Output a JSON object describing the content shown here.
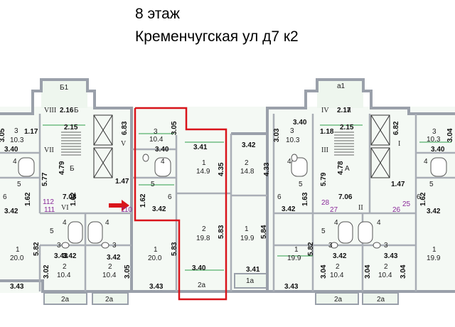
{
  "header": {
    "floor": "8 этаж",
    "address": "Кременчугская ул д7 к2"
  },
  "colors": {
    "wall": "#9aa0aa",
    "fill": "#e9f3ea",
    "dim_line": "#2e9e4a",
    "highlight": "#d9141b",
    "arrow": "#d9141b",
    "label_purple": "#8a2b9a"
  },
  "icons": [
    "elevator-shaft-icon",
    "staircase-icon",
    "bathtub-icon",
    "toilet-icon",
    "sink-icon",
    "entrance-arrow-icon"
  ],
  "labels": {
    "left_loggia_b1": "Б1",
    "right_loggia_a1": "а1",
    "bottom_2a_left": "2а",
    "bottom_2a_mid": "2а",
    "bottom_2a_right": "2а",
    "bottom_2a_far": "2а",
    "b1": "Б",
    "b2": "Б",
    "a1": "А",
    "a2": "а",
    "loggia_1a": "1а",
    "highlight_2a": "2а"
  },
  "rooms": {
    "r_VIII": "VIII",
    "r_VII": "VII",
    "r_VI": "VI",
    "r_V": "V",
    "r_IV": "IV",
    "r_III": "III",
    "r_II": "II",
    "r_I": "I",
    "lw_3_num": "3",
    "lw_3_area": "10.3",
    "lw_4": "4",
    "lw_5": "5",
    "lw_6": "6",
    "lw_6_num": "6",
    "lm_3_num": "3",
    "lm_3_area": "10.4",
    "lm_4": "4",
    "lm_5": "5",
    "lm_6": "6",
    "hl_1_num": "1",
    "hl_1_area": "14.9",
    "hl_2_num": "2",
    "hl_2_area": "19.8",
    "c2_num": "2",
    "c2_area": "14.8",
    "c1_num": "1",
    "c1_area": "19.9",
    "rm_3_num": "3",
    "rm_3_area": "10.3",
    "rm_4": "4",
    "rm_5": "5",
    "rm_6": "6",
    "rr_3_num": "3",
    "rr_3_area": "10.3",
    "rr_4": "4",
    "rr_5": "5",
    "rr_6": "6",
    "ll_1_num": "1",
    "ll_1_area": "20.0",
    "ll_5": "5",
    "ll_4a": "4",
    "ll_4b": "4",
    "ll_3a": "3",
    "ll_3b": "3",
    "ll_2a_num": "2",
    "ll_2a_area": "10.4",
    "ll_2b_num": "2",
    "ll_2b_area": "10.4",
    "lm1_num": "1",
    "lm1_area": "20.0",
    "rb_1_num": "1",
    "rb_1_area": "19.9",
    "rb_5": "5",
    "rb_4a": "4",
    "rb_4b": "4",
    "rb_3a": "3",
    "rb_3b": "3",
    "rb_2a_num": "2",
    "rb_2a_area": "10.4",
    "rb_2b_num": "2",
    "rb_2b_area": "10.4",
    "rr1_num": "1",
    "rr1_area": "19.9"
  },
  "dimensions": {
    "d_216": "2.16",
    "d_217": "2.17",
    "d_215a": "2.15",
    "d_215b": "2.15",
    "d_117": "1.17",
    "d_118": "1.18",
    "d_340a": "3.40",
    "d_340b": "3.40",
    "d_340c": "3.40",
    "d_340d": "3.40",
    "d_340e": "3.40",
    "d_683": "6.83",
    "d_682": "6.82",
    "d_305": "3.05",
    "d_479": "4.79",
    "d_478": "4.78",
    "d_577": "5.77",
    "d_579": "5.79",
    "d_147a": "1.47",
    "d_147b": "1.47",
    "d_708": "7.08",
    "d_706": "7.06",
    "d_162a": "1.62",
    "d_162b": "1.62",
    "d_162c": "1.62",
    "d_162d": "1.62",
    "d_163": "1.63",
    "d_342a": "3.42",
    "d_342b": "3.42",
    "d_342c": "3.42",
    "d_342d": "3.42",
    "d_342e": "3.42",
    "d_342f": "3.42",
    "d_342g": "3.42",
    "d_342h": "3.42",
    "d_341a": "3.41",
    "d_341b": "3.41",
    "d_435": "4.35",
    "d_433": "4.33",
    "d_583a": "5.83",
    "d_583b": "5.83",
    "d_584": "5.84",
    "d_582a": "5.82",
    "d_582b": "5.82",
    "d_343a": "3.43",
    "d_343b": "3.43",
    "d_343c": "3.43",
    "d_343d": "3.43",
    "d_343e": "3.43",
    "d_302": "3.02",
    "d_304a": "3.04",
    "d_304b": "3.04",
    "d_304c": "3.04",
    "d_305b": "3.05",
    "d_303": "3.03",
    "d_305c": "3.05",
    "d_304d": "3.04"
  },
  "numbers": {
    "n_112": "112",
    "n_111": "111",
    "n_110": "110",
    "n_28": "28",
    "n_27": "27",
    "n_26": "26",
    "n_25": "25"
  }
}
